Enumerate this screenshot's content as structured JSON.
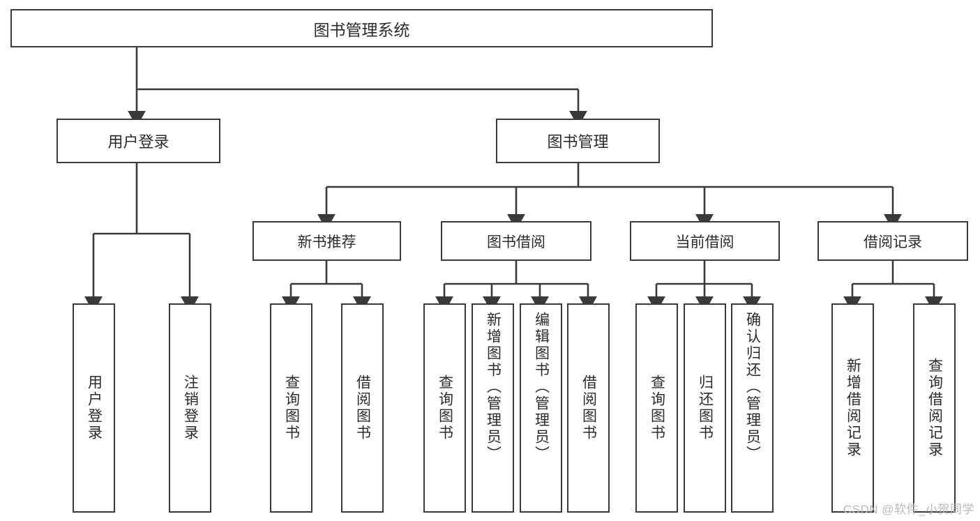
{
  "diagram": {
    "type": "tree",
    "title": "图书管理系统",
    "root": {
      "label": "图书管理系统"
    },
    "level2": [
      {
        "label": "用户登录"
      },
      {
        "label": "图书管理"
      }
    ],
    "level3": [
      {
        "label": "新书推荐"
      },
      {
        "label": "图书借阅"
      },
      {
        "label": "当前借阅"
      },
      {
        "label": "借阅记录"
      }
    ],
    "leaves": {
      "user_login": [
        {
          "label": "用户登录"
        },
        {
          "label": "注销登录"
        }
      ],
      "new_book": [
        {
          "label": "查询图书"
        },
        {
          "label": "借阅图书"
        }
      ],
      "book_borrow": [
        {
          "label": "查询图书"
        },
        {
          "label": "新增图书（管理员）"
        },
        {
          "label": "编辑图书（管理员）"
        },
        {
          "label": "借阅图书"
        }
      ],
      "current_borrow": [
        {
          "label": "查询图书"
        },
        {
          "label": "归还图书"
        },
        {
          "label": "确认归还（管理员）"
        }
      ],
      "borrow_record": [
        {
          "label": "新增借阅记录"
        },
        {
          "label": "查询借阅记录"
        }
      ]
    }
  },
  "watermark": {
    "text": "CSDN @软件_小贺同学"
  },
  "colors": {
    "box_border": "#3a3a3a",
    "box_fill": "#ffffff",
    "text": "#2b2b2b",
    "connector": "#3a3a3a",
    "watermark": "#b9b9b9"
  }
}
